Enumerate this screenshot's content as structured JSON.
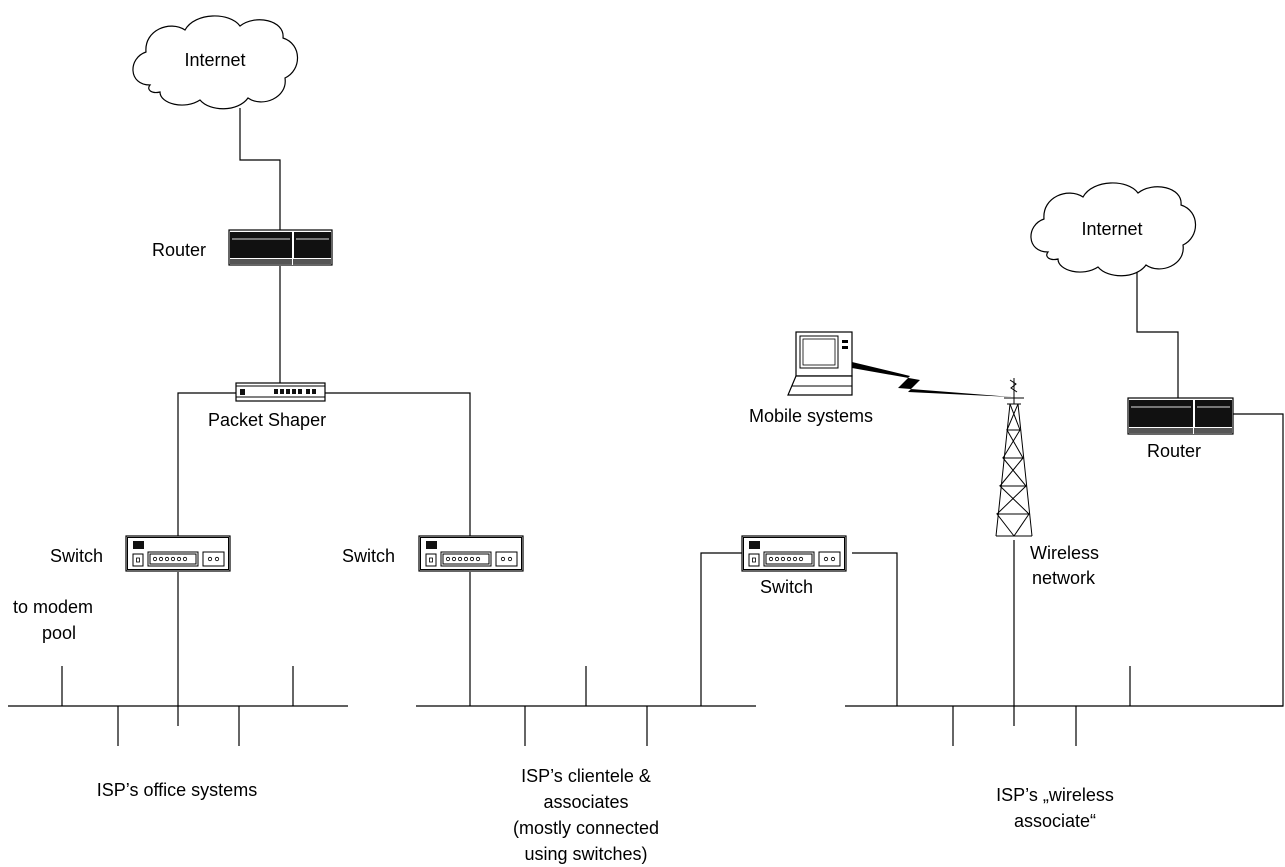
{
  "labels": {
    "internet_left": "Internet",
    "internet_right": "Internet",
    "router_left": "Router",
    "router_right": "Router",
    "packet_shaper": "Packet Shaper",
    "switch_left": "Switch",
    "switch_middle": "Switch",
    "switch_right": "Switch",
    "modem_pool": [
      "to modem",
      "pool"
    ],
    "mobile_systems": "Mobile systems",
    "wireless_network": [
      "Wireless",
      "network"
    ],
    "segment_office": "ISP’s office systems",
    "segment_clientele": [
      "ISP’s clientele &",
      "associates",
      "(mostly connected",
      "using switches)"
    ],
    "segment_wireless": [
      "ISP’s „wireless",
      "associate“"
    ]
  },
  "icons": [
    "cloud-icon",
    "router-icon",
    "packet-shaper-icon",
    "switch-icon",
    "laptop-icon",
    "radio-tower-icon",
    "lightning-link-icon"
  ],
  "colors": {
    "line": "#000000",
    "background": "#ffffff",
    "device_dark": "#111111"
  }
}
